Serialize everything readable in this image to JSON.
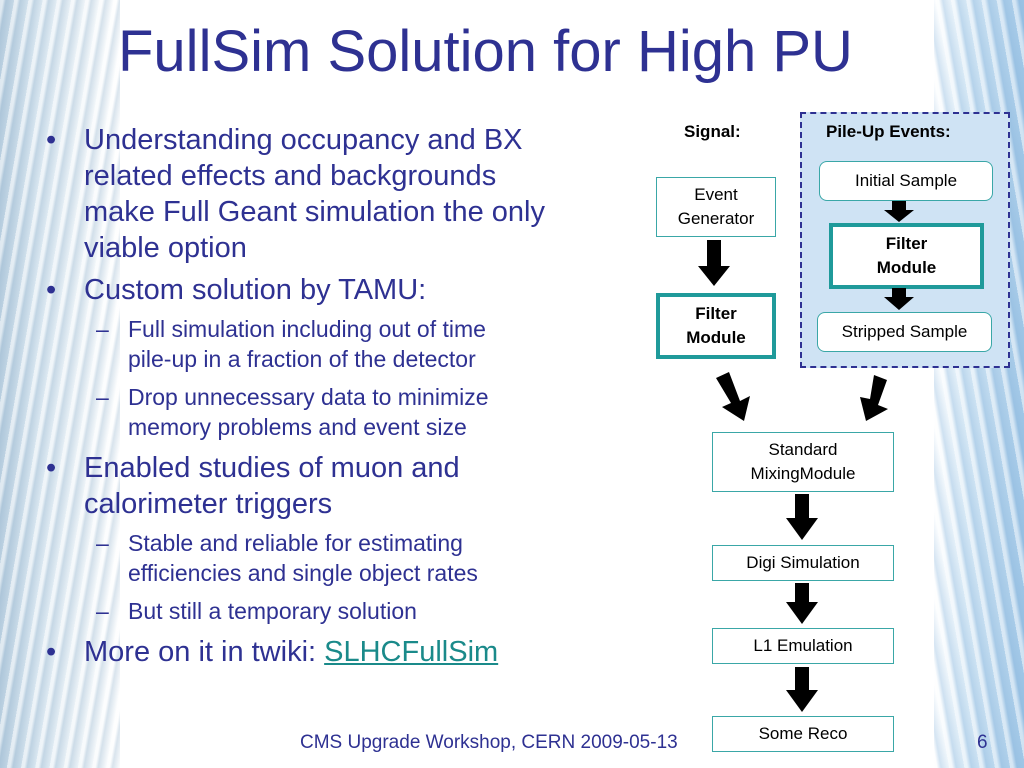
{
  "slide": {
    "title": "FullSim Solution for High PU",
    "bullets": [
      {
        "text": "Understanding occupancy and BX related effects and backgrounds make Full Geant simulation the only viable option",
        "lines": [
          "Understanding occupancy and BX",
          "related effects and backgrounds",
          "make Full Geant simulation the only",
          "viable option"
        ]
      },
      {
        "lines": [
          "Custom solution by TAMU:"
        ],
        "subs": [
          {
            "lines": [
              "Full simulation including out of time",
              "pile-up in a fraction of the detector"
            ]
          },
          {
            "lines": [
              "Drop unnecessary data to minimize",
              "memory problems and event size"
            ]
          }
        ]
      },
      {
        "lines": [
          "Enabled studies of muon and",
          "calorimeter triggers"
        ],
        "subs": [
          {
            "lines": [
              "Stable and reliable for estimating",
              "efficiencies and single object rates"
            ]
          },
          {
            "lines": [
              "But still a temporary solution"
            ]
          }
        ]
      },
      {
        "prefix": "More on it in twiki: ",
        "link": "SLHCFullSim"
      }
    ],
    "bullet_char": "•",
    "dash_char": "–"
  },
  "flow": {
    "signal_label": "Signal:",
    "pileup_label": "Pile-Up Events:",
    "event_generator": [
      "Event",
      "Generator"
    ],
    "filter_module_signal": [
      "Filter",
      "Module"
    ],
    "initial_sample": "Initial Sample",
    "filter_module_pu": [
      "Filter",
      "Module"
    ],
    "stripped_sample": "Stripped Sample",
    "mixing_module": [
      "Standard",
      "MixingModule"
    ],
    "digi_simulation": "Digi Simulation",
    "l1_emulation": "L1 Emulation",
    "some_reco": "Some Reco"
  },
  "footer": {
    "text": "CMS Upgrade Workshop, CERN 2009-05-13",
    "page_number": "6"
  },
  "colors": {
    "title": "#2e3192",
    "teal_border": "#1f9a9a",
    "pileup_fill": "#cfe3f4",
    "link": "#1a8a8a"
  }
}
